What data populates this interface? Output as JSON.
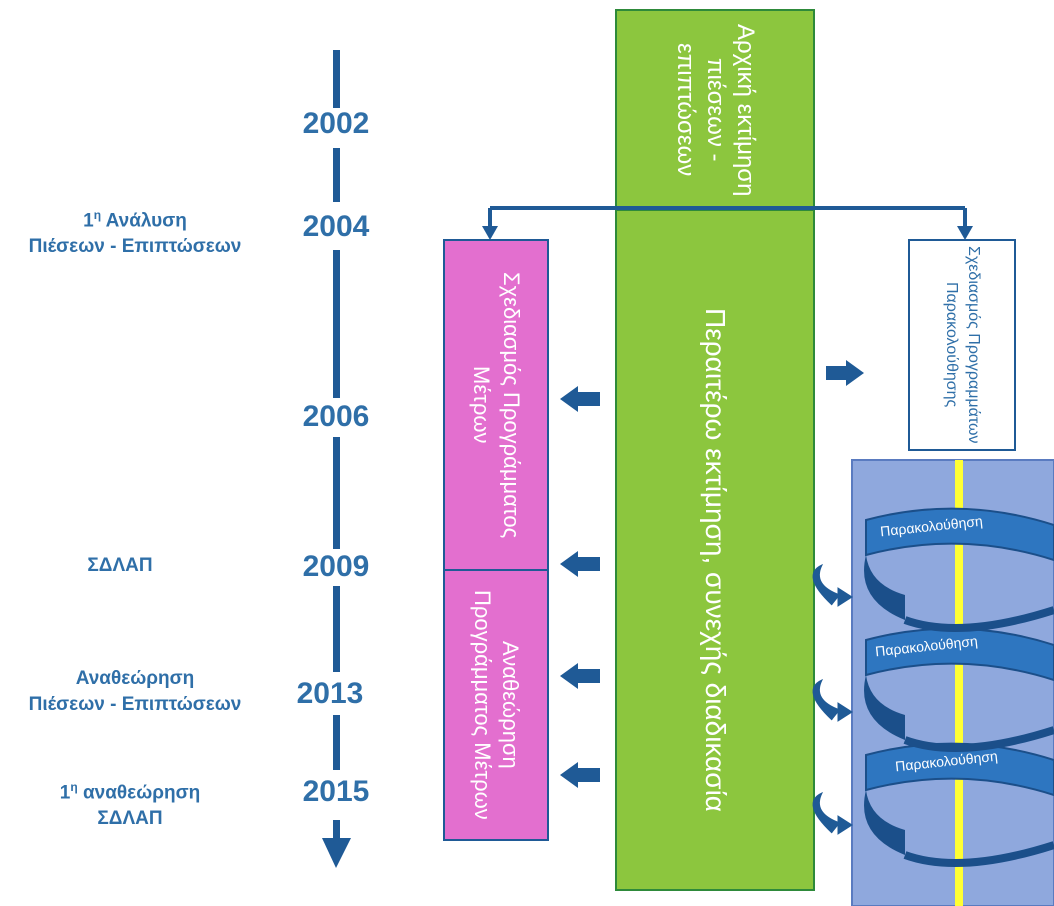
{
  "timeline": {
    "years": [
      "2002",
      "2004",
      "2006",
      "2009",
      "2013",
      "2015"
    ],
    "events": [
      {
        "superscript_num": "1",
        "superscript": "η",
        "line1_rest": " Ανάλυση",
        "line2": "Πιέσεων - Επιπτώσεων"
      },
      {
        "line1": "ΣΔΛΑΠ"
      },
      {
        "line1": "Αναθεώρηση",
        "line2": "Πιέσεων - Επιπτώσεων"
      },
      {
        "superscript_num": "1",
        "superscript": "η",
        "line1_rest": " αναθεώρηση",
        "line2": "ΣΔΛΑΠ"
      }
    ]
  },
  "boxes": {
    "initial_assessment": "Αρχική εκτίμηση πιέσεων - επιπτώσεων",
    "further_assessment": "Περαιτέρω εκτίμηση, συνεχής διαδικασία",
    "measures_design": "Σχεδιασμός Προγράμματος Μέτρων",
    "measures_review": "Αναθεώρηση Προγράμματος Μέτρων",
    "monitoring_design": "Σχεδιασμός Προγραμμάτων Παρακολούθησης"
  },
  "monitoring_spiral": {
    "labels": [
      "Παρακολούθηση",
      "Παρακολούθηση",
      "Παρακολούθηση"
    ]
  },
  "colors": {
    "timeline_blue": "#1f5a96",
    "text_blue": "#2f6fa8",
    "green": "#8cc63e",
    "magenta": "#e36fcf",
    "spiral_bg": "#8fa8dd",
    "spiral_blue": "#2e76c0",
    "axis_yellow": "#ffff33"
  }
}
